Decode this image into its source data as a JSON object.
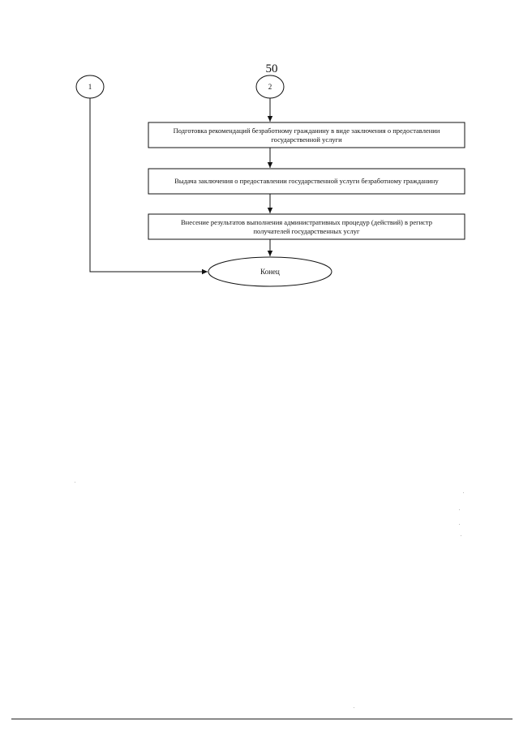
{
  "page_number": "50",
  "connectors": [
    {
      "id": "connector-1",
      "label": "1"
    },
    {
      "id": "connector-2",
      "label": "2"
    }
  ],
  "steps": [
    {
      "text": "Подготовка рекомендаций безработному гражданину в виде заключения о предоставлении государственной услуги"
    },
    {
      "text": "Выдача заключения о предоставлении государственной услуги безработному гражданину"
    },
    {
      "text": "Внесение результатов выполнения административных процедур (действий) в регистр получателей  государственных услуг"
    }
  ],
  "terminal": {
    "text": "Конец"
  }
}
